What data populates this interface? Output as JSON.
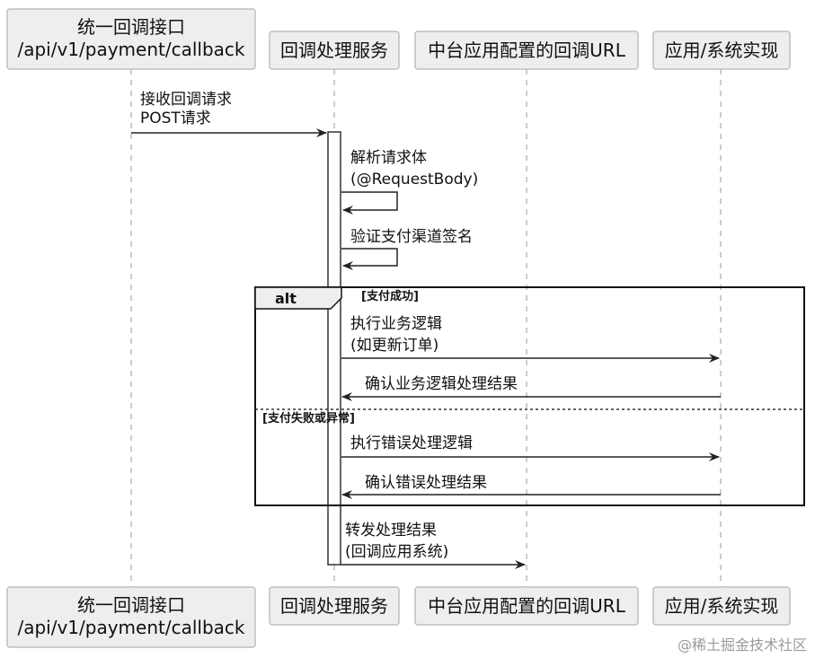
{
  "participants": [
    {
      "id": "api",
      "line1": "统一回调接口",
      "line2": "/api/v1/payment/callback"
    },
    {
      "id": "svc",
      "line1": "回调处理服务"
    },
    {
      "id": "url",
      "line1": "中台应用配置的回调URL"
    },
    {
      "id": "app",
      "line1": "应用/系统实现"
    }
  ],
  "messages": {
    "m1": [
      "接收回调请求",
      "POST请求"
    ],
    "m2": [
      "解析请求体",
      "(@RequestBody)"
    ],
    "m3": [
      "验证支付渠道签名"
    ],
    "m4": [
      "执行业务逻辑",
      "(如更新订单)"
    ],
    "m5": [
      "确认业务逻辑处理结果"
    ],
    "m6": [
      "执行错误处理逻辑"
    ],
    "m7": [
      "确认错误处理结果"
    ],
    "m8": [
      "转发处理结果",
      "(回调应用系统)"
    ]
  },
  "alt": {
    "keyword": "alt",
    "guard1": "[支付成功]",
    "guard2": "[支付失败或异常]"
  },
  "watermark": "@稀土掘金技术社区",
  "colors": {
    "participant_fill": "#eeeeee",
    "participant_border": "#bfbfbf",
    "lifeline": "#bbbbbb",
    "arrow": "#222222"
  }
}
